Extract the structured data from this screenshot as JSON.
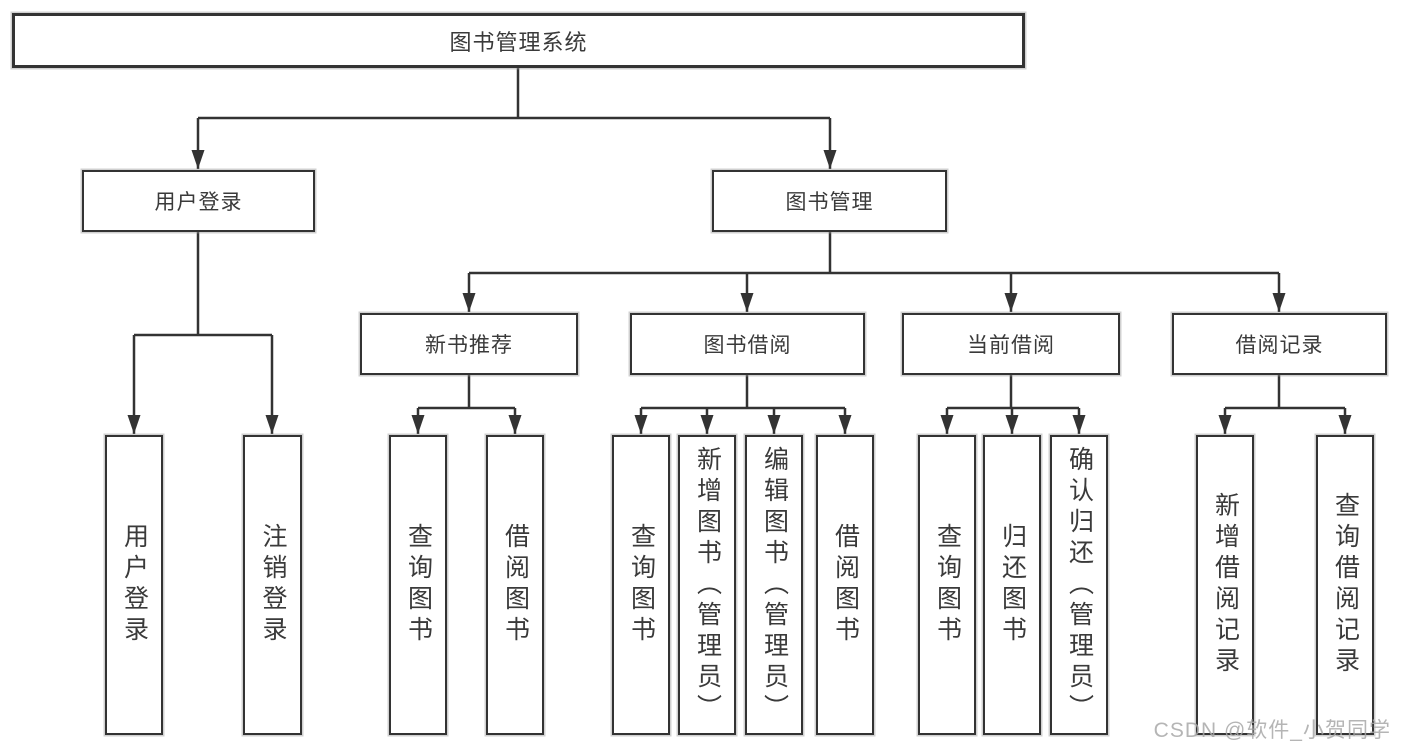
{
  "diagram": {
    "title": "图书管理系统",
    "level2": {
      "user_login": "用户登录",
      "book_mgmt": "图书管理"
    },
    "level3": {
      "new_book": "新书推荐",
      "borrow": "图书借阅",
      "current": "当前借阅",
      "records": "借阅记录"
    },
    "leaves": {
      "login": "用户登录",
      "logout": "注销登录",
      "nb_query": "查询图书",
      "nb_borrow": "借阅图书",
      "bb_query": "查询图书",
      "bb_add": "新增图书（管理员）",
      "bb_edit": "编辑图书（管理员）",
      "bb_borrow": "借阅图书",
      "cb_query": "查询图书",
      "cb_return": "归还图书",
      "cb_confirm": "确认归还（管理员）",
      "br_add": "新增借阅记录",
      "br_query": "查询借阅记录"
    }
  },
  "watermark": {
    "text": "CSDN @软件_小贺同学",
    "color": "#a8a8a8"
  },
  "colors": {
    "line": "#333333",
    "box_border": "#333333",
    "box_background": "#ffffff",
    "text": "#3a3a3a",
    "background": "#ffffff"
  }
}
